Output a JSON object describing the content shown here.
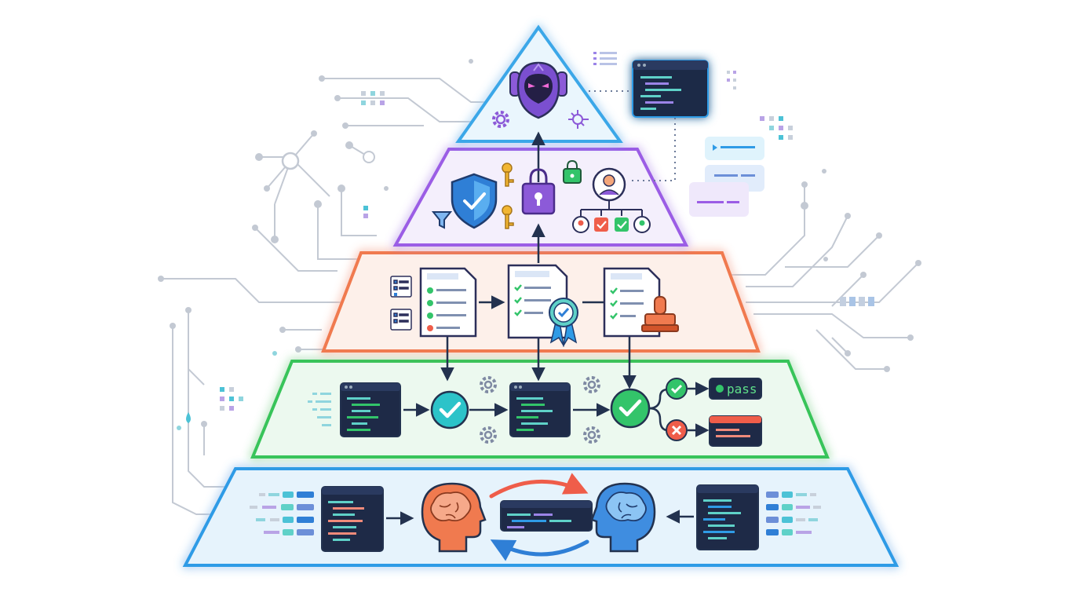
{
  "diagram": {
    "type": "layered-pyramid",
    "tiers": [
      {
        "id": "apex",
        "color": "#3aa7e8",
        "fill": "#eaf6fd",
        "icons": [
          "robot-agent-icon",
          "gear-icon",
          "network-node-icon"
        ]
      },
      {
        "id": "governance",
        "color": "#9b5de5",
        "fill": "#f4effc",
        "icons": [
          "shield-check-icon",
          "key-icon",
          "padlock-icon",
          "filter-icon",
          "user-hierarchy-icon"
        ]
      },
      {
        "id": "documentation",
        "color": "#f07a4f",
        "fill": "#fdf0ea",
        "icons": [
          "checklist-icon",
          "document-icon",
          "certified-document-icon",
          "stamped-document-icon"
        ]
      },
      {
        "id": "testing",
        "color": "#39c45a",
        "fill": "#ecf9ef",
        "icons": [
          "code-window-icon",
          "check-circle-icon",
          "gear-icon",
          "pass-fail-branch-icon"
        ]
      },
      {
        "id": "foundation",
        "color": "#2f9be6",
        "fill": "#e6f3fc",
        "icons": [
          "code-window-icon",
          "brain-head-icon",
          "exchange-arrows-icon"
        ]
      }
    ],
    "badges": {
      "pass_label": "pass"
    },
    "colors": {
      "terminal_bg": "#1e2a47",
      "check_green": "#33c46a",
      "teal": "#2cc3c9",
      "red": "#ef5d4a",
      "navy": "#23324f",
      "circuit": "#b5bdc9"
    }
  }
}
